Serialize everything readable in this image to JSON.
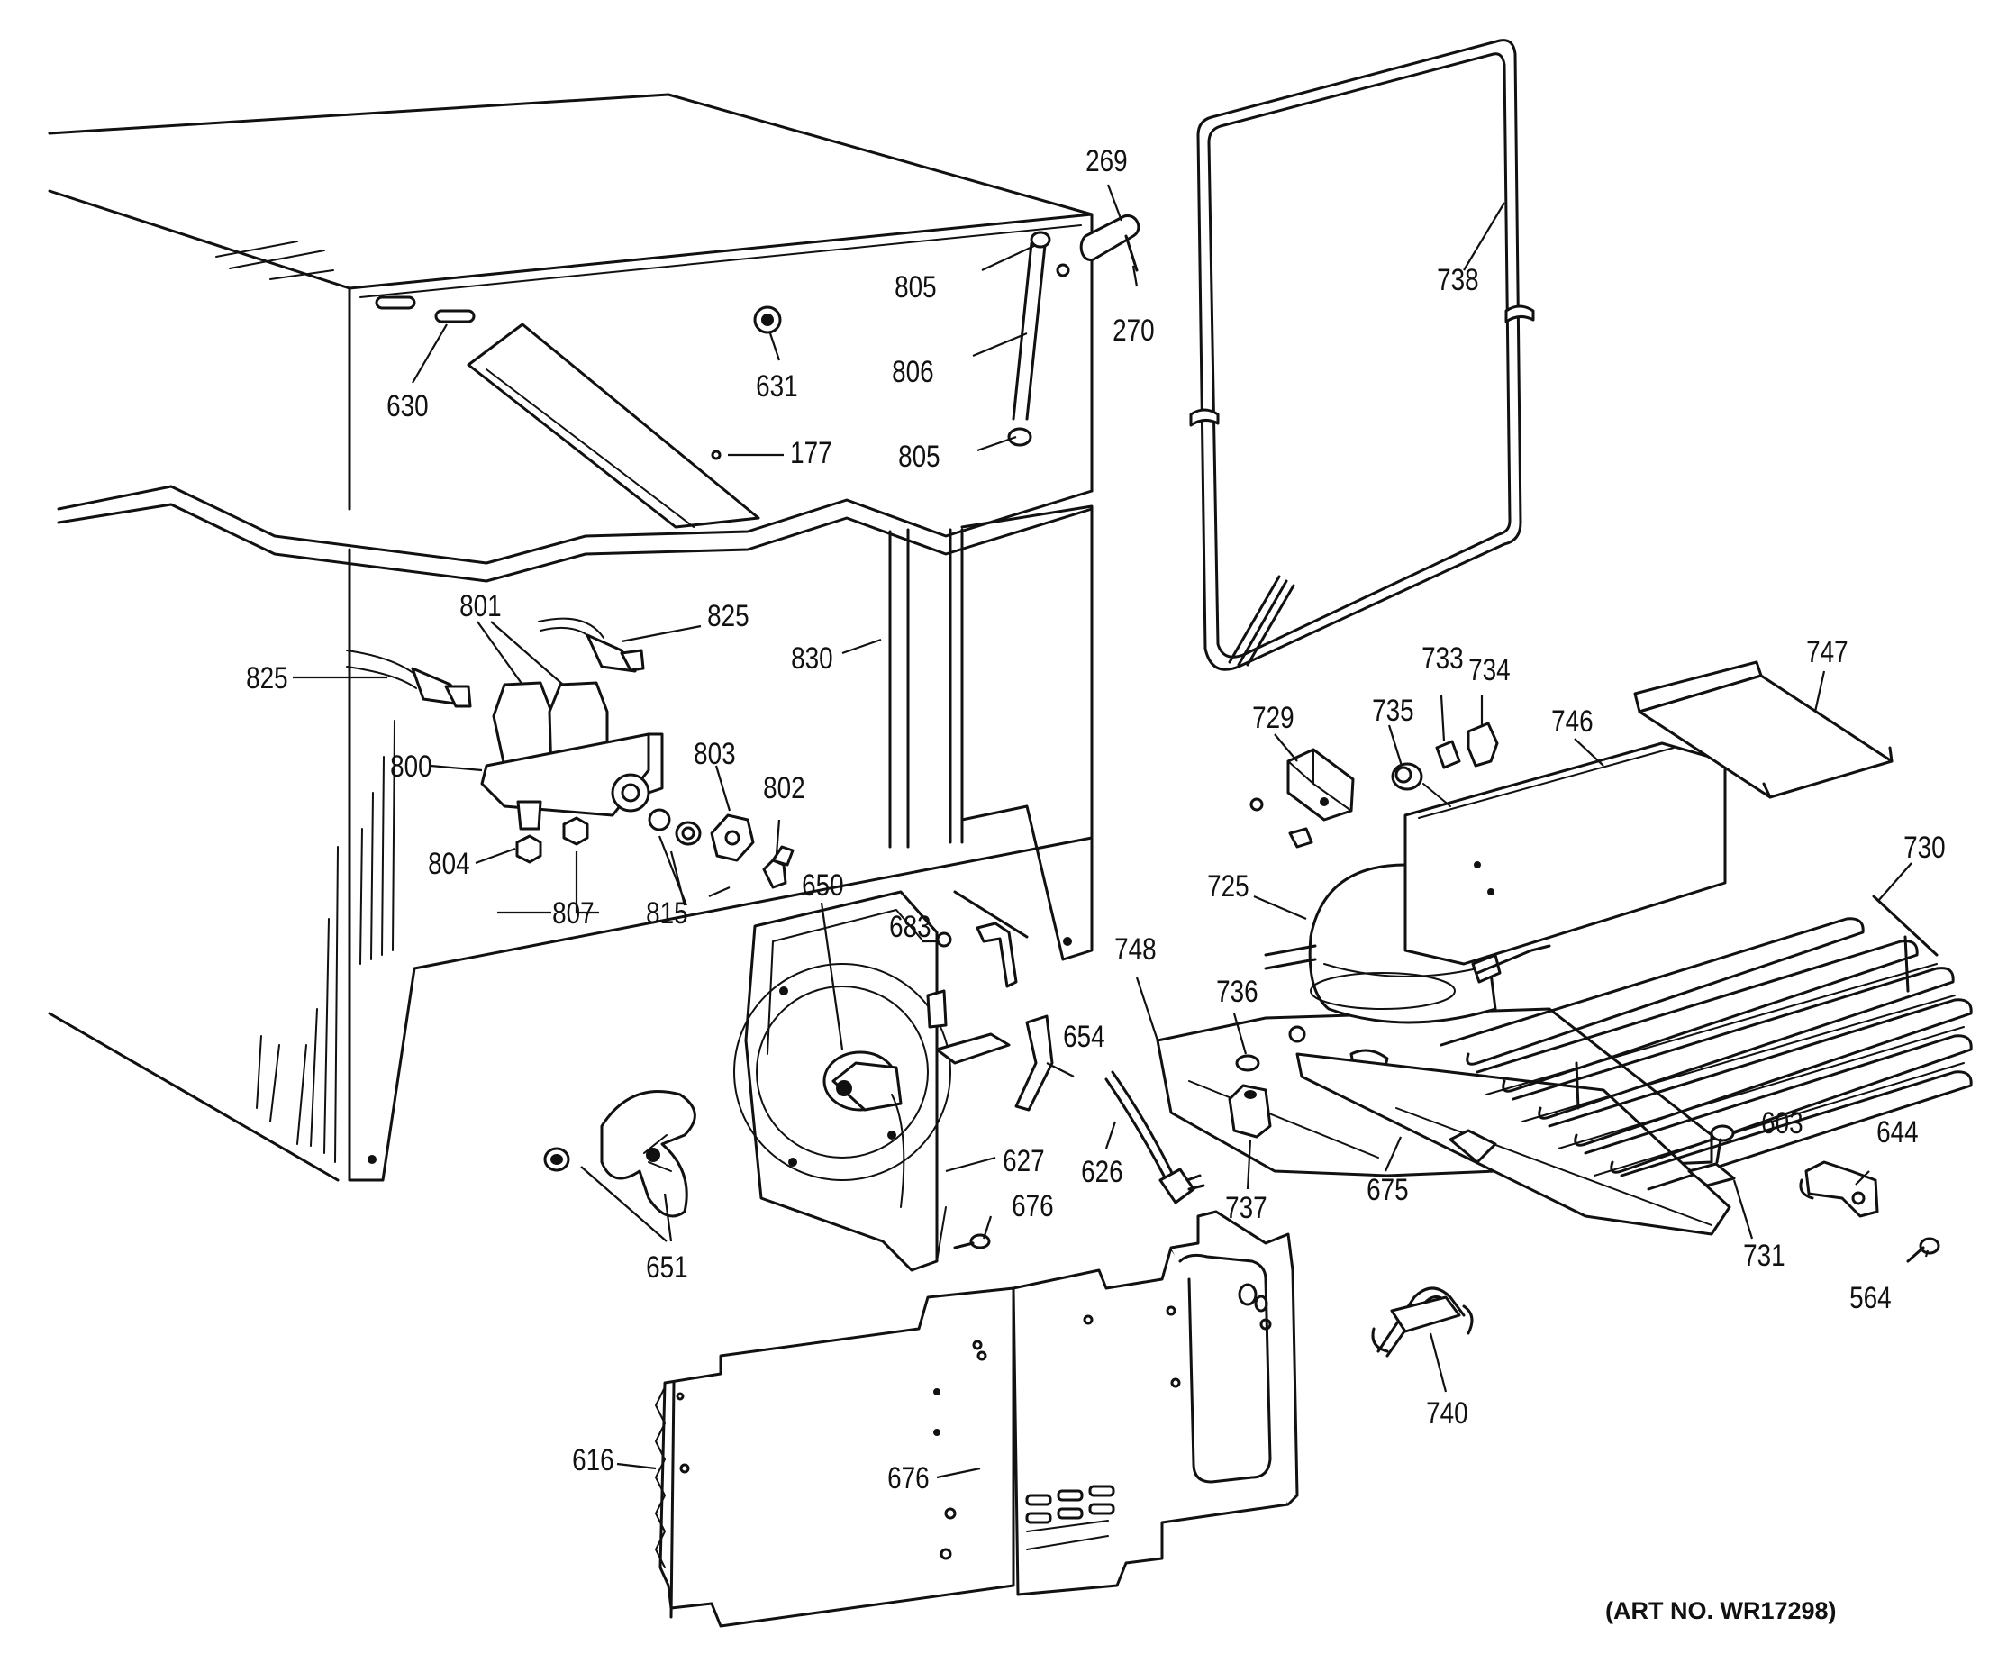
{
  "callouts": {
    "p269": "269",
    "p270": "270",
    "p805a": "805",
    "p806": "806",
    "p805b": "805",
    "p738": "738",
    "p630": "630",
    "p631": "631",
    "p177": "177",
    "p801": "801",
    "p825a": "825",
    "p825b": "825",
    "p830": "830",
    "p800": "800",
    "p803": "803",
    "p802": "802",
    "p804": "804",
    "p807": "807",
    "p815": "815",
    "p729": "729",
    "p735": "735",
    "p733": "733",
    "p734": "734",
    "p746": "746",
    "p747": "747",
    "p730": "730",
    "p725": "725",
    "p650": "650",
    "p683": "683",
    "p748": "748",
    "p736": "736",
    "p654": "654",
    "p627": "627",
    "p626": "626",
    "p737": "737",
    "p675": "675",
    "p603": "603",
    "p644": "644",
    "p731": "731",
    "p564": "564",
    "p651": "651",
    "p676a": "676",
    "p676b": "676",
    "p616": "616",
    "p740": "740"
  },
  "art_number": "(ART NO. WR17298)"
}
